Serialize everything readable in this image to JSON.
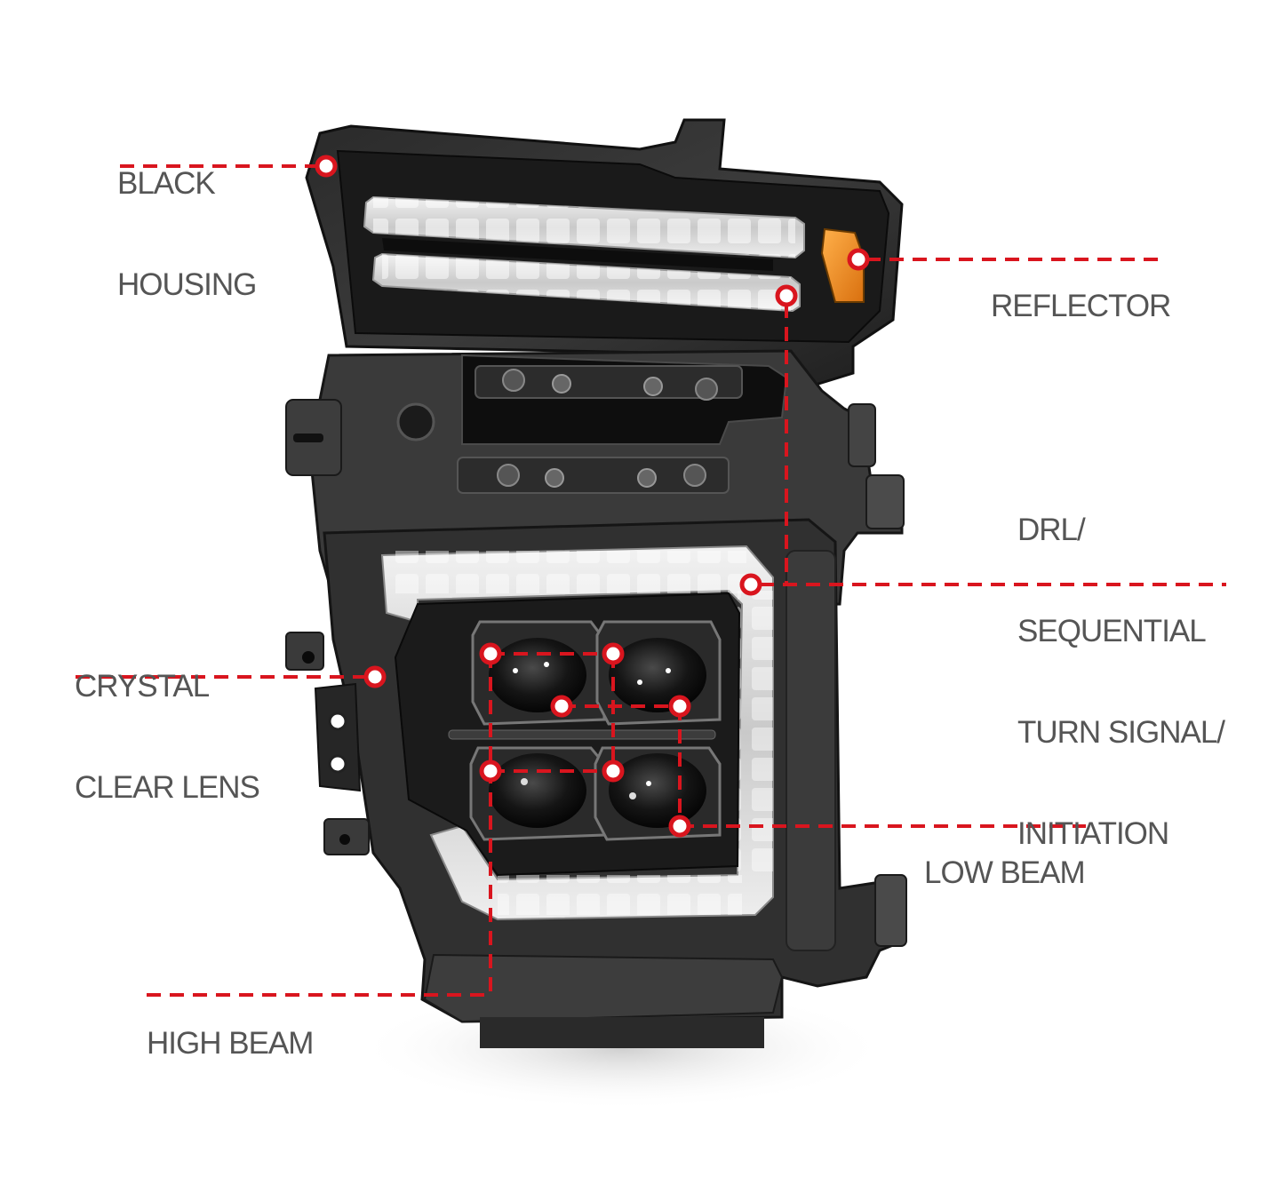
{
  "diagram": {
    "subject": "Headlight assembly",
    "accent_color": "#d9151e",
    "label_color": "#555555",
    "reflector_color": "#f08a1c"
  },
  "callouts": [
    {
      "id": "black-housing",
      "lines": [
        "BLACK",
        "HOUSING"
      ]
    },
    {
      "id": "reflector",
      "lines": [
        "REFLECTOR"
      ]
    },
    {
      "id": "drl",
      "lines": [
        "DRL/",
        "SEQUENTIAL",
        "TURN SIGNAL/",
        "INITIATION"
      ]
    },
    {
      "id": "crystal-clear-lens",
      "lines": [
        "CRYSTAL",
        "CLEAR LENS"
      ]
    },
    {
      "id": "low-beam",
      "lines": [
        "LOW BEAM"
      ]
    },
    {
      "id": "high-beam",
      "lines": [
        "HIGH BEAM"
      ]
    }
  ]
}
